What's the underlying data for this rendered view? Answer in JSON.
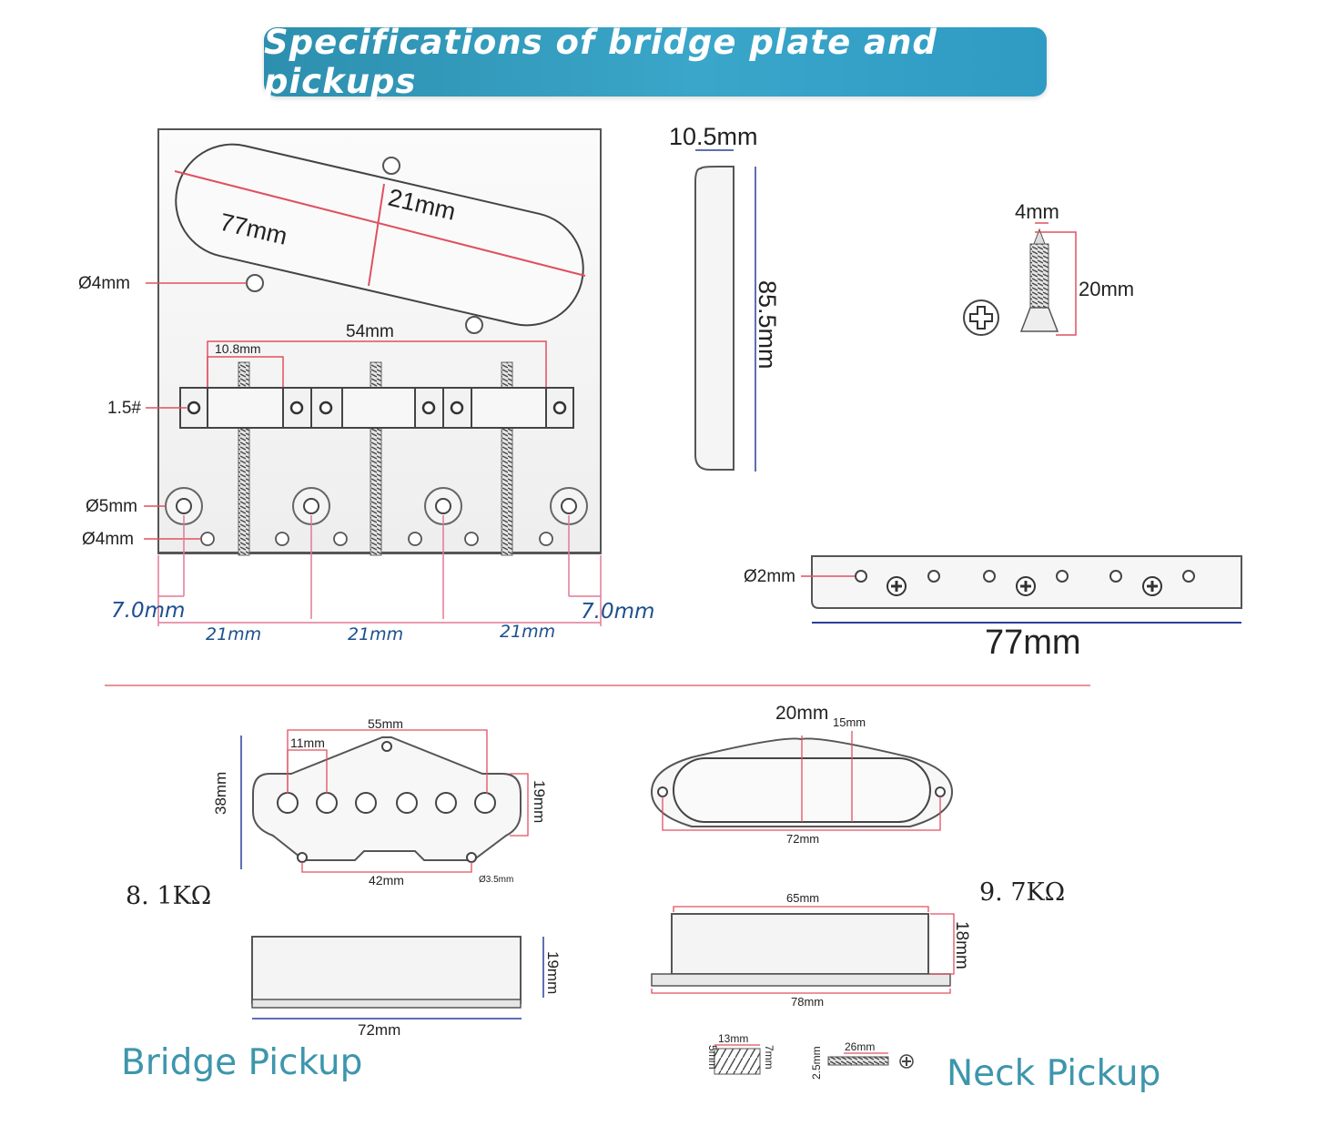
{
  "title": "Specifications of bridge plate and pickups",
  "bridge_plate": {
    "pickup_length": "77mm",
    "pickup_width": "21mm",
    "hole_small": "Ø4mm",
    "saddle_span": "54mm",
    "saddle_width": "10.8mm",
    "screw_size": "1.5#",
    "hole_large": "Ø5mm",
    "hole_bottom": "Ø4mm",
    "edge_left": "7.0mm",
    "edge_right": "7.0mm",
    "spacing_1": "21mm",
    "spacing_2": "21mm",
    "spacing_3": "21mm"
  },
  "side_view": {
    "width": "10.5mm",
    "height": "85.5mm"
  },
  "screw": {
    "diameter": "4mm",
    "length": "20mm"
  },
  "plate_strip": {
    "hole": "Ø2mm",
    "length": "77mm"
  },
  "bridge_pickup": {
    "name": "Bridge Pickup",
    "resistance": "8. 1KΩ",
    "height": "38mm",
    "pole_span": "55mm",
    "pole_spacing": "11mm",
    "depth": "19mm",
    "base_width": "42mm",
    "mount_hole": "Ø3.5mm",
    "side_height": "19mm",
    "side_length": "72mm"
  },
  "neck_pickup": {
    "name": "Neck Pickup",
    "resistance": "9. 7KΩ",
    "width": "20mm",
    "inner_width": "15mm",
    "length": "72mm",
    "cover_length": "65mm",
    "cover_height": "18mm",
    "base_length": "78mm",
    "spring_length": "13mm",
    "spring_d": "5mm",
    "spring_h": "7mm",
    "screw_length": "26mm",
    "screw_d": "2.5mm"
  }
}
